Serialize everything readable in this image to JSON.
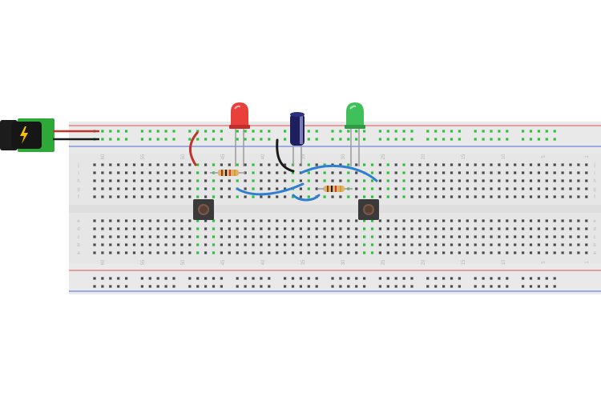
{
  "breadboard": {
    "row_letters_top": [
      "j",
      "i",
      "h",
      "g",
      "f"
    ],
    "row_letters_bottom": [
      "e",
      "d",
      "c",
      "b",
      "a"
    ],
    "column_numbers": [
      "60",
      "55",
      "50",
      "45",
      "40",
      "35",
      "30",
      "25",
      "20",
      "15",
      "10",
      "5",
      "1"
    ],
    "colors": {
      "board": "#e6e6e6",
      "rail_red": "#d9534f",
      "rail_blue": "#4a6fd6",
      "hole": "#4a4a4a",
      "active_hole": "#2fbf3a"
    }
  },
  "components": [
    {
      "kind": "power-jack",
      "icon": "lightning-bolt-icon",
      "colors": {
        "body": "#1c1c1c",
        "pcb": "#2fa83a",
        "bolt": "#f2c200"
      }
    },
    {
      "kind": "led",
      "color_name": "red",
      "color": "#e8403a"
    },
    {
      "kind": "led",
      "color_name": "green",
      "color": "#3fc05a"
    },
    {
      "kind": "capacitor",
      "color": "#1d1f5e"
    },
    {
      "kind": "resistor",
      "color": "#e0b070"
    },
    {
      "kind": "resistor",
      "color": "#e0b070"
    },
    {
      "kind": "pushbutton",
      "color": "#3a3a3a"
    },
    {
      "kind": "pushbutton",
      "color": "#3a3a3a"
    }
  ],
  "wires": [
    {
      "color_name": "red",
      "color": "#c0342c"
    },
    {
      "color_name": "black",
      "color": "#1a1a1a"
    },
    {
      "color_name": "blue",
      "color": "#2f7fd0"
    },
    {
      "color_name": "blue",
      "color": "#2f7fd0"
    },
    {
      "color_name": "blue",
      "color": "#2f7fd0"
    }
  ]
}
